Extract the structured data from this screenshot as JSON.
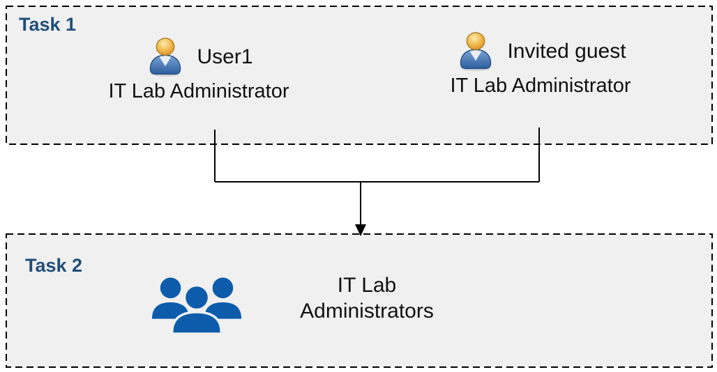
{
  "diagram": {
    "type": "task-flow-diagram",
    "colors": {
      "box_bg": "#f0f0f0",
      "box_border": "#000000",
      "task_label": "#1f4e79",
      "body_text": "#111111",
      "group_icon_blue": "#0d5cab",
      "user_icon_head_gold": "#eeb244",
      "user_icon_body_blue": "#3c6ca8",
      "connector": "#000000"
    },
    "icons": {
      "user": "user-icon",
      "group": "people-group-icon",
      "arrow": "down-arrow"
    }
  },
  "task1": {
    "label": "Task 1",
    "users": [
      {
        "name": "User1",
        "role": "IT Lab Administrator"
      },
      {
        "name": "Invited guest",
        "role": "IT Lab Administrator"
      }
    ]
  },
  "task2": {
    "label": "Task 2",
    "group": {
      "name_line1": "IT Lab",
      "name_line2": "Administrators"
    }
  }
}
